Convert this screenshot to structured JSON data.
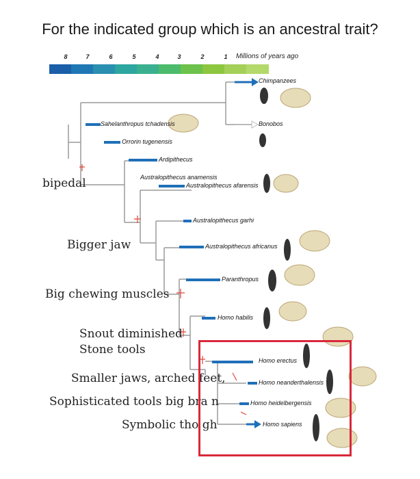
{
  "question": "For the indicated group which is an ancestral trait?",
  "timeline": {
    "ticks": [
      "8",
      "7",
      "6",
      "5",
      "4",
      "3",
      "2",
      "1"
    ],
    "unit_label": "Millions of years ago",
    "colors": [
      "#1a5fa8",
      "#1f77b4",
      "#2a8fb0",
      "#2ea6a0",
      "#3bb08f",
      "#4cbb6c",
      "#6cc24a",
      "#8dc63f",
      "#a4d05a",
      "#b4d96b"
    ]
  },
  "species": {
    "chimpanzees": "Chimpanzees",
    "bonobos": "Bonobos",
    "sahelanthropus": "Sahelanthropus tchadensis",
    "orrorin": "Orrorin tugenensis",
    "ardipithecus": "Ardipithecus",
    "anamensis": "Australopithecus anamensis",
    "afarensis": "Australopithecus afarensis",
    "garhi": "Australopithecus garhi",
    "africanus": "Australopithecus africanus",
    "paranthropus": "Paranthropus",
    "habilis": "Homo habilis",
    "erectus": "Homo erectus",
    "neanderthalensis": "Homo neanderthalensis",
    "heidelbergensis": "Homo heidelbergensis",
    "sapiens": "Homo sapiens"
  },
  "annotations": {
    "bipedal": "bipedal",
    "bigger_jaw": "Bigger jaw",
    "big_chewing": "Big chewing muscles",
    "snout": "Snout diminished",
    "stone_tools": "Stone tools",
    "smaller_jaws": "Smaller jaws, arched feet,",
    "sophisticated": "Sophisticated tools big bra n",
    "symbolic": "Symbolic tho gh"
  },
  "colors": {
    "tree": "#9a9a9a",
    "bar": "#1f6fb8",
    "highlight": "#d8283a",
    "mark": "#e0453a"
  }
}
